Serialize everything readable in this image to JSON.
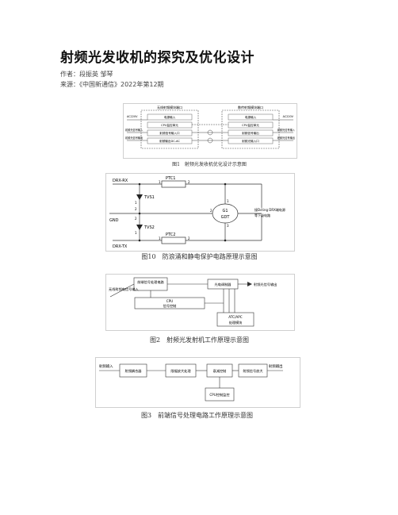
{
  "article": {
    "title": "射频光发收机的探究及优化设计",
    "author_line": "作者：段振英 邹琴",
    "source_line": "来源：《中国新通信》2022年第12期"
  },
  "figure1": {
    "caption": "图1　射频光发收机优化设计示意图",
    "left_box": "无线射频模块端口",
    "right_box": "数传射频模块端口",
    "left_rows": [
      "电源输入",
      "CPU监控单元",
      "射频信号输入口",
      "射频输出DC-AC"
    ],
    "right_rows": [
      "电源输入",
      "CPU监控单元",
      "射频信号输出",
      "射频光输入口"
    ],
    "left_power": "AC220V",
    "right_power": "AC220V",
    "left_out1": "射频光信号输入",
    "left_out2": "射频光信号输出",
    "right_out1": "射频光信号输入",
    "right_out2": "射频光信号输出"
  },
  "figure10": {
    "caption": "图10　防浪涌和静电保护电路原理示意图",
    "drx": "DRX-RX",
    "dtx": "DRX-TX",
    "gnd": "GND",
    "ptc1": "PTC1",
    "ptc2": "PTC2",
    "tvs1": "TVS1",
    "tvs2": "TVS2",
    "gdt1": "G1",
    "gdt2": "GDT",
    "right_label": "接Dcting DRX端电源",
    "right_label2": "等下级电路",
    "pin1": "1",
    "pin2": "2",
    "pin3": "3"
  },
  "figure2": {
    "caption": "图2　射频光发射机工作原理示意图",
    "input_label": "无线射频电信号输入",
    "front_box": "前端信号处理电路",
    "optical_box": "光电调制器",
    "output_label": "射频光信号输出",
    "cpu_box_line1": "CPU",
    "cpu_box_line2": "信号控制",
    "atc_line1": "ATC/APC",
    "atc_line2": "处理模块"
  },
  "figure3": {
    "caption": "图3　前端信号处理电路工作原理示意图",
    "input_label": "射频输入",
    "output_label": "射频输出",
    "box1": "射频耦合器",
    "box2": "限幅放大处理",
    "box3": "衰减控制",
    "box4": "射频信号放大",
    "cpu_box": "CPU控制监控"
  }
}
